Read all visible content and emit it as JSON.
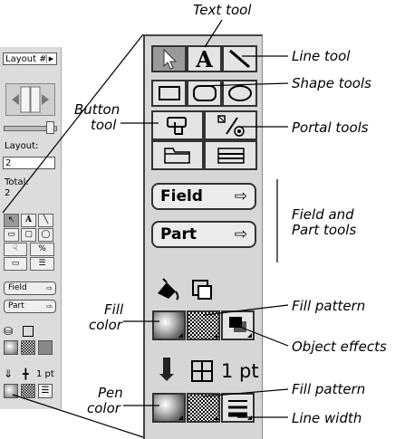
{
  "mini": {
    "layout_popup": "Layout #",
    "layout_label": "Layout:",
    "layout_value": "2",
    "total_label": "Total:",
    "total_value": "2",
    "field_button": "Field",
    "part_button": "Part",
    "pen_size": "1 pt"
  },
  "panel": {
    "text_tool_glyph": "A",
    "field_button": "Field",
    "part_button": "Part",
    "arrow_glyph": "⇨",
    "pen_size": "1 pt"
  },
  "callouts": {
    "text_tool": "Text tool",
    "line_tool": "Line tool",
    "shape_tools": "Shape tools",
    "button_tool_1": "Button",
    "button_tool_2": "tool",
    "portal_tools": "Portal tools",
    "field_part_1": "Field and",
    "field_part_2": "Part tools",
    "fill_color_1": "Fill",
    "fill_color_2": "color",
    "fill_pattern_1": "Fill pattern",
    "object_effects": "Object effects",
    "fill_pattern_2": "Fill pattern",
    "pen_color_1": "Pen",
    "pen_color_2": "color",
    "line_width": "Line width"
  }
}
